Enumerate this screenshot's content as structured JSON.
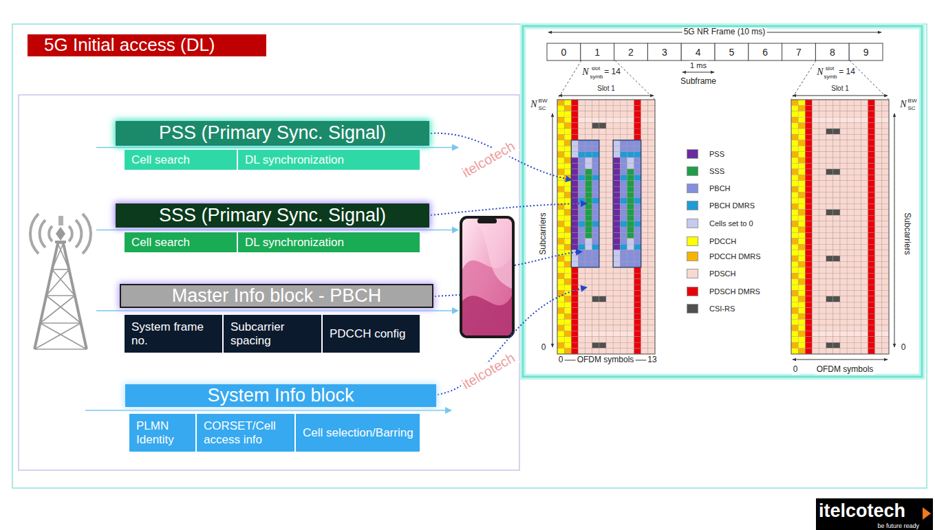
{
  "diagram": {
    "title": "5G Initial access (DL)",
    "nodes": [
      {
        "text": [
          "PSS (Primary Sync. Signal)"
        ]
      },
      {
        "text": [
          "Cell search"
        ]
      },
      {
        "text": [
          "DL synchronization"
        ]
      },
      {
        "text": [
          "SSS (Primary Sync. Signal)"
        ]
      },
      {
        "text": [
          "Cell search"
        ]
      },
      {
        "text": [
          "DL synchronization"
        ]
      },
      {
        "text": [
          "Master Info block - PBCH"
        ]
      },
      {
        "text": [
          "System frame no."
        ]
      },
      {
        "text": [
          "Subcarrier spacing"
        ]
      },
      {
        "text": [
          "PDCCH config"
        ]
      },
      {
        "text": [
          "System Info block"
        ]
      },
      {
        "text": [
          "PLMN Identity"
        ]
      },
      {
        "text": [
          "CORSET/Cell access info"
        ]
      },
      {
        "text": [
          "Cell selection/Barring"
        ]
      },
      {
        "text": [
          "itelcotech",
          "be future ready"
        ]
      }
    ],
    "labels": [
      "5G NR Frame (10 ms)",
      "0",
      "1",
      "2",
      "3",
      "4",
      "5",
      "6",
      "7",
      "8",
      "9",
      "N",
      "slot",
      "symb",
      "= 14",
      "Slot 1",
      "1 ms",
      "Subframe",
      "N",
      "slot",
      "symb",
      "= 14",
      "Slot 1",
      "N",
      "BW",
      "SC",
      "Subcarriers",
      "0",
      "0",
      "OFDM symbols",
      "13",
      "N",
      "BW",
      "SC",
      "Subcarriers",
      "0",
      "0",
      "OFDM symbols",
      "itelcotech",
      "itelcotech"
    ],
    "legend": [
      {
        "text": "PSS",
        "color": "#6b2aa0"
      },
      {
        "text": "SSS",
        "color": "#1e9e48"
      },
      {
        "text": "PBCH",
        "color": "#8490dd"
      },
      {
        "text": "PBCH DMRS",
        "color": "#1f9bd7"
      },
      {
        "text": "Cells set to 0",
        "color": "#c6caee"
      },
      {
        "text": "PDCCH",
        "color": "#ffff00"
      },
      {
        "text": "PDCCH DMRS",
        "color": "#f6b400"
      },
      {
        "text": "PDSCH",
        "color": "#f8d8d0"
      },
      {
        "text": "PDSCH DMRS",
        "color": "#e8000b"
      },
      {
        "text": "CSI-RS",
        "color": "#505050"
      }
    ]
  }
}
